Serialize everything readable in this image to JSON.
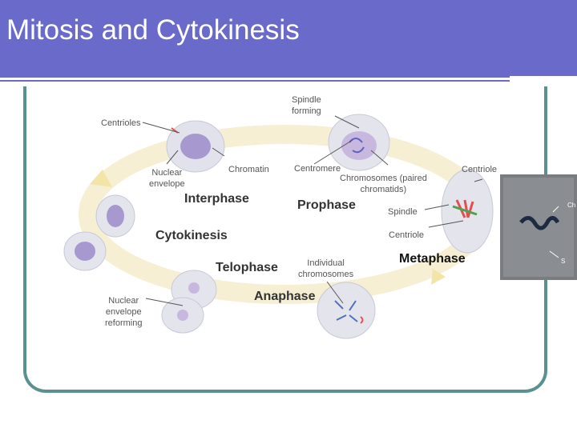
{
  "slide": {
    "title": "Mitosis and Cytokinesis",
    "colors": {
      "banner": "#6a6acb",
      "frame": "#5a9090",
      "cycle": "#f6efd4",
      "arrow": "#f3e4a8"
    }
  },
  "labels": {
    "spindle_forming_1": "Spindle",
    "spindle_forming_2": "forming",
    "centrioles": "Centrioles",
    "nuclear_envelope_1": "Nuclear",
    "nuclear_envelope_2": "envelope",
    "chromatin": "Chromatin",
    "centromere": "Centromere",
    "chromosomes_1": "Chromosomes (paired",
    "chromosomes_2": "chromatids)",
    "centriole_top": "Centriole",
    "spindle": "Spindle",
    "centriole_bottom": "Centriole",
    "individual_1": "Individual",
    "individual_2": "chromosomes",
    "reforming_1": "Nuclear",
    "reforming_2": "envelope",
    "reforming_3": "reforming"
  },
  "phases": {
    "interphase": "Interphase",
    "prophase": "Prophase",
    "metaphase": "Metaphase",
    "anaphase": "Anaphase",
    "telophase": "Telophase",
    "cytokinesis": "Cytokinesis"
  },
  "inset": {
    "label_top": "Ch",
    "label_bottom": "S"
  }
}
